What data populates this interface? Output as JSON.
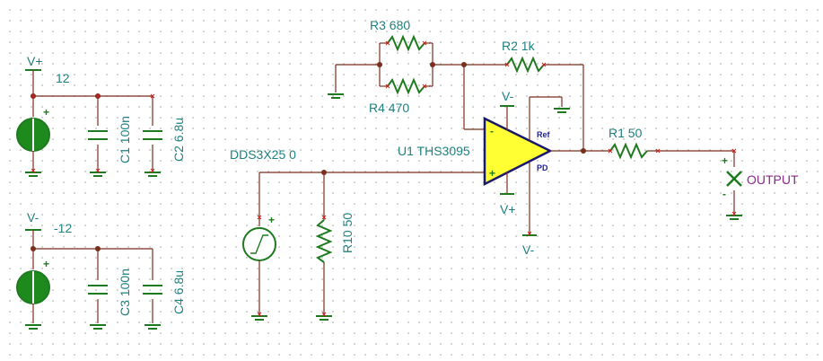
{
  "colors": {
    "wire": "#7a2e1e",
    "component": "#1e7a1e",
    "label": "#1f8080",
    "opamp_fill": "#ffff33",
    "pin_label": "#1e1e9a",
    "output_label": "#8a2a8a"
  },
  "supply_pos": {
    "rail": "V+",
    "value": "12"
  },
  "supply_neg": {
    "rail": "V-",
    "value": "-12"
  },
  "caps": {
    "c1": "C1 100n",
    "c2": "C2 6.8u",
    "c3": "C3 100n",
    "c4": "C4 6.8u"
  },
  "resistors": {
    "r1": "R1 50",
    "r2": "R2 1k",
    "r3": "R3 680",
    "r4": "R4 470",
    "r10": "R10 50"
  },
  "source": {
    "label": "DDS3X25 0"
  },
  "opamp": {
    "label": "U1 THS3095",
    "vplus": "V+",
    "vminus": "V-",
    "ref_pin": "Ref",
    "pd_pin": "PD",
    "inv_sign": "-",
    "noninv_sign": "+"
  },
  "pd_rail": "V-",
  "output": {
    "label": "OUTPUT",
    "plus": "+",
    "minus": "-"
  },
  "signs": {
    "plus": "+",
    "minus": "-"
  }
}
